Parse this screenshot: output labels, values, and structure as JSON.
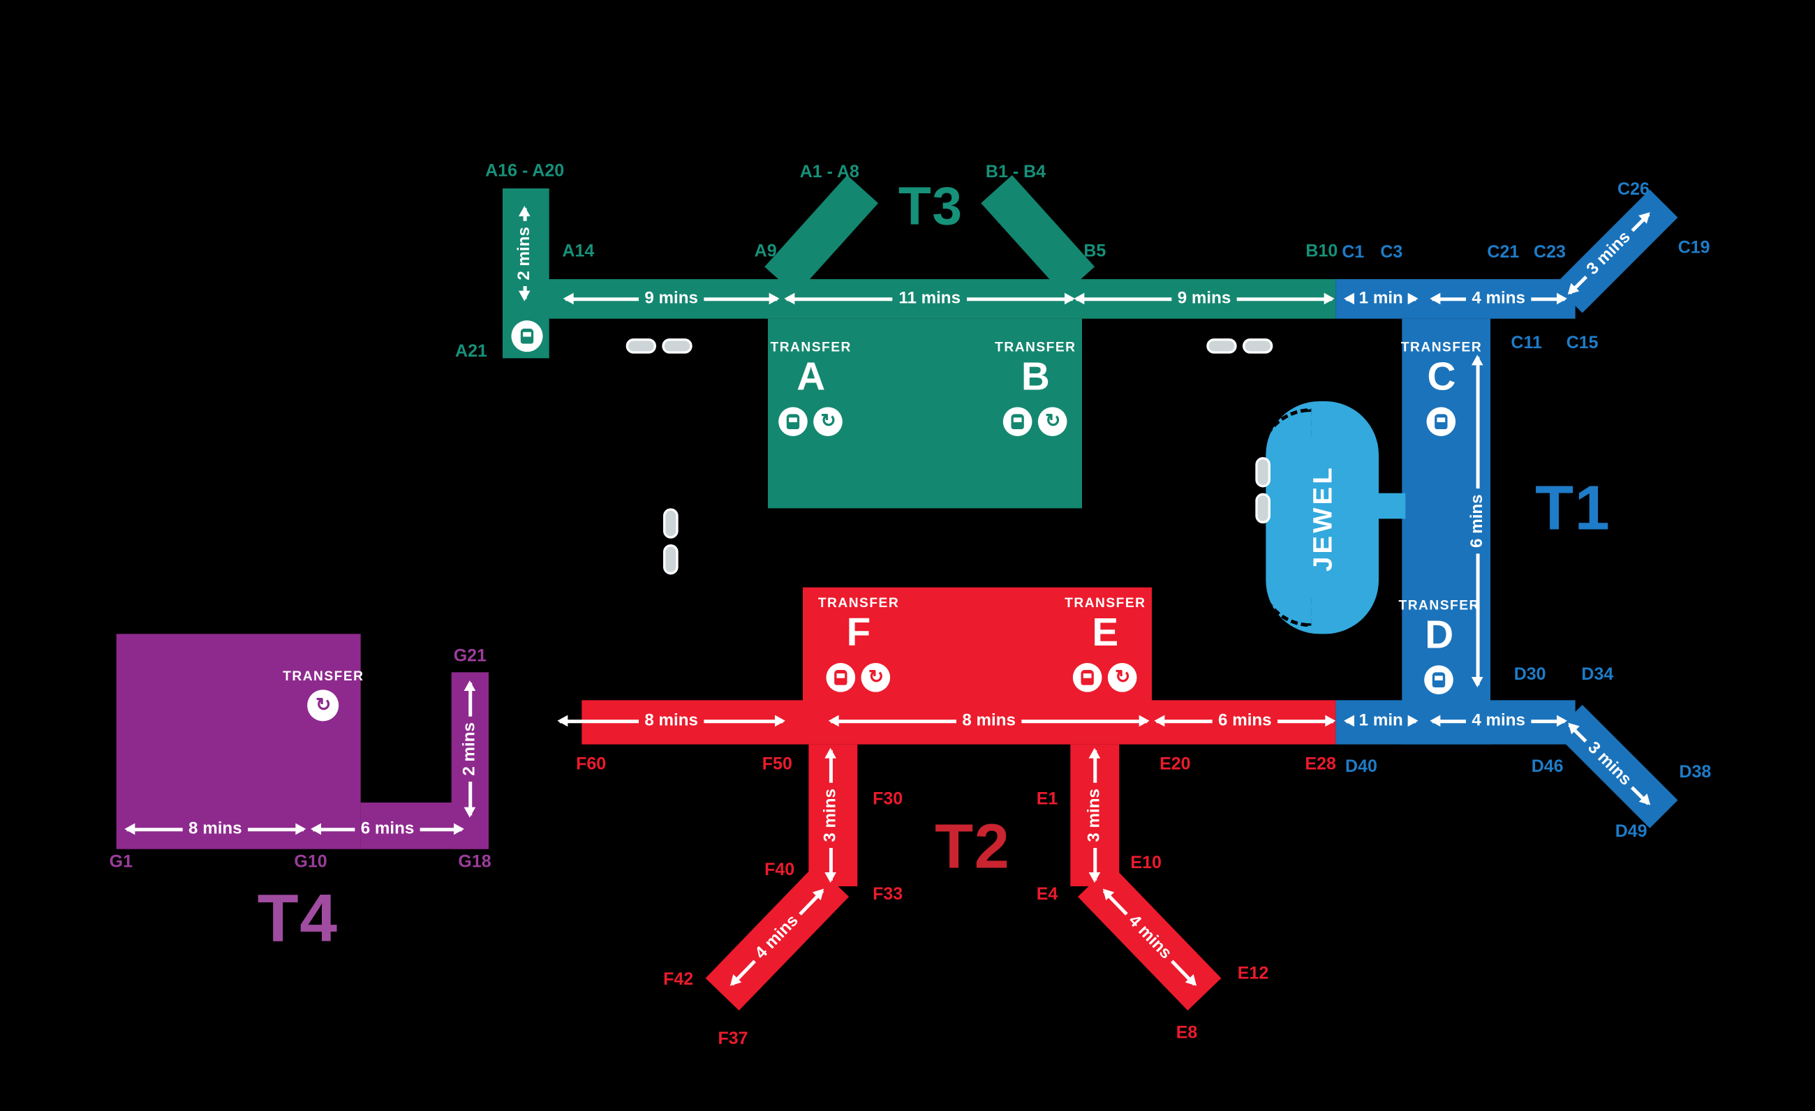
{
  "colors": {
    "background": "#000000",
    "t3": "#148770",
    "t3_label": "#16917A",
    "t1": "#1B73BB",
    "t1_label": "#1E7CC8",
    "t2": "#EC1B2D",
    "t2_label": "#EC1B2D",
    "t2_title": "#C92430",
    "t4": "#8E2A8E",
    "t4_label": "#9C3D9C",
    "t4_title": "#A04CA0",
    "jewel": "#33A9DD",
    "arrow_text": "#FFFFFF"
  },
  "icons": {
    "transfer_loop": "↻"
  },
  "t3": {
    "title": "T3",
    "gates": {
      "a16a20": "A16 - A20",
      "a14": "A14",
      "a21": "A21",
      "a9": "A9",
      "a1a8": "A1 - A8",
      "b1b4": "B1 - B4",
      "b5": "B5",
      "b10": "B10"
    },
    "times": {
      "stub": "2 mins",
      "a14_a9": "9 mins",
      "a9_b5": "11 mins",
      "b5_b10": "9 mins"
    },
    "transfer_a": {
      "label": "TRANSFER",
      "letter": "A"
    },
    "transfer_b": {
      "label": "TRANSFER",
      "letter": "B"
    }
  },
  "t1": {
    "title": "T1",
    "gates": {
      "c1": "C1",
      "c3": "C3",
      "c21": "C21",
      "c23": "C23",
      "c26": "C26",
      "c19": "C19",
      "c11": "C11",
      "c15": "C15",
      "d30": "D30",
      "d34": "D34",
      "d40": "D40",
      "d46": "D46",
      "d38": "D38",
      "d49": "D49"
    },
    "times": {
      "b10_c": "1 min",
      "c_c23": "4 mins",
      "c_diag": "3 mins",
      "vertical": "6 mins",
      "d40_d": "1 min",
      "d_d46": "4 mins",
      "d_diag": "3 mins"
    },
    "transfer_c": {
      "label": "TRANSFER",
      "letter": "C"
    },
    "transfer_d": {
      "label": "TRANSFER",
      "letter": "D"
    }
  },
  "jewel": {
    "title": "JEWEL"
  },
  "t2": {
    "title": "T2",
    "gates": {
      "f60": "F60",
      "f50": "F50",
      "f30": "F30",
      "f40": "F40",
      "f33": "F33",
      "f42": "F42",
      "f37": "F37",
      "e1": "E1",
      "e4": "E4",
      "e10": "E10",
      "e12": "E12",
      "e8": "E8",
      "e20": "E20",
      "e28": "E28"
    },
    "times": {
      "f60_f50": "8 mins",
      "f50_e20": "8 mins",
      "e20_e28": "6 mins",
      "f_branch": "3 mins",
      "f_diag": "4 mins",
      "e_branch": "3 mins",
      "e_diag": "4 mins"
    },
    "transfer_f": {
      "label": "TRANSFER",
      "letter": "F"
    },
    "transfer_e": {
      "label": "TRANSFER",
      "letter": "E"
    }
  },
  "t4": {
    "title": "T4",
    "gates": {
      "g1": "G1",
      "g10": "G10",
      "g18": "G18",
      "g21": "G21"
    },
    "times": {
      "g1_g10": "8 mins",
      "g10_g18": "6 mins",
      "stub": "2 mins"
    },
    "transfer": {
      "label": "TRANSFER"
    }
  }
}
